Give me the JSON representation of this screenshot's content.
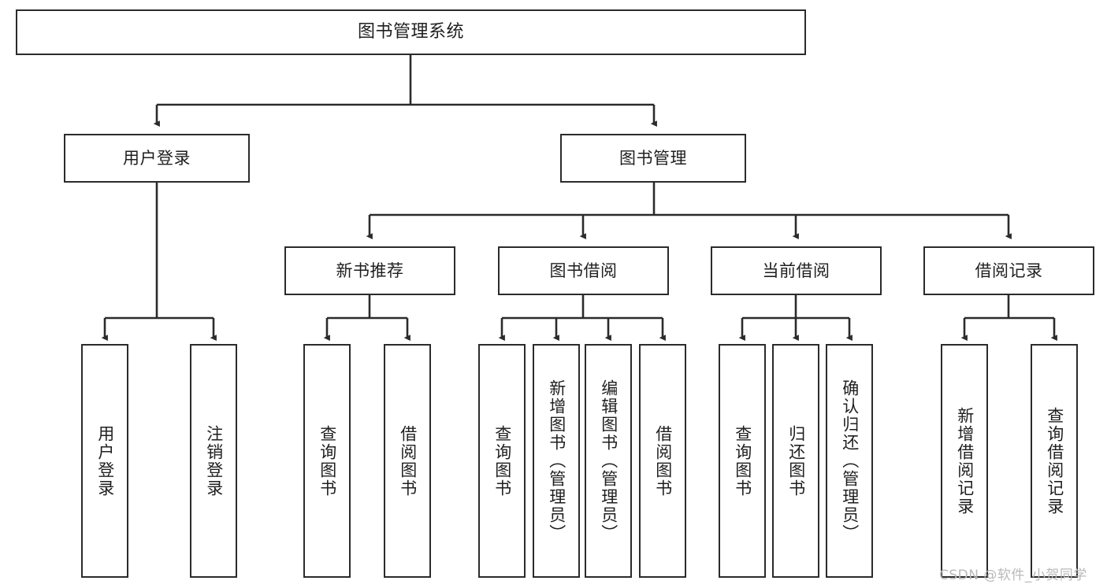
{
  "diagram": {
    "title": "图书管理系统",
    "type": "tree-hierarchy-chart",
    "watermark": "CSDN @软件_小贺同学",
    "colors": {
      "border": "#2b2b2b",
      "background": "#ffffff",
      "text": "#1f1f1f",
      "watermark": "#b9b9b9"
    },
    "nodes": {
      "root": {
        "label": "图书管理系统"
      },
      "level2": [
        {
          "id": "user-login",
          "label": "用户登录"
        },
        {
          "id": "book-manage",
          "label": "图书管理"
        }
      ],
      "level3": [
        {
          "id": "new-book-recommend",
          "label": "新书推荐"
        },
        {
          "id": "book-borrow",
          "label": "图书借阅"
        },
        {
          "id": "current-borrow",
          "label": "当前借阅"
        },
        {
          "id": "borrow-record",
          "label": "借阅记录"
        }
      ],
      "leaves": [
        {
          "id": "leaf-user-login",
          "label": "用户登录",
          "parent": "user-login"
        },
        {
          "id": "leaf-logout-login",
          "label": "注销登录",
          "parent": "user-login"
        },
        {
          "id": "leaf-query-book-1",
          "label": "查询图书",
          "parent": "new-book-recommend"
        },
        {
          "id": "leaf-borrow-book-1",
          "label": "借阅图书",
          "parent": "new-book-recommend"
        },
        {
          "id": "leaf-query-book-2",
          "label": "查询图书",
          "parent": "book-borrow"
        },
        {
          "id": "leaf-add-book",
          "label": "新增图书（管理员）",
          "parent": "book-borrow"
        },
        {
          "id": "leaf-edit-book",
          "label": "编辑图书（管理员）",
          "parent": "book-borrow"
        },
        {
          "id": "leaf-borrow-book-2",
          "label": "借阅图书",
          "parent": "book-borrow"
        },
        {
          "id": "leaf-query-book-3",
          "label": "查询图书",
          "parent": "current-borrow"
        },
        {
          "id": "leaf-return-book",
          "label": "归还图书",
          "parent": "current-borrow"
        },
        {
          "id": "leaf-confirm-return",
          "label": "确认归还（管理员）",
          "parent": "current-borrow"
        },
        {
          "id": "leaf-add-record",
          "label": "新增借阅记录",
          "parent": "borrow-record"
        },
        {
          "id": "leaf-query-record",
          "label": "查询借阅记录",
          "parent": "borrow-record"
        }
      ]
    }
  }
}
